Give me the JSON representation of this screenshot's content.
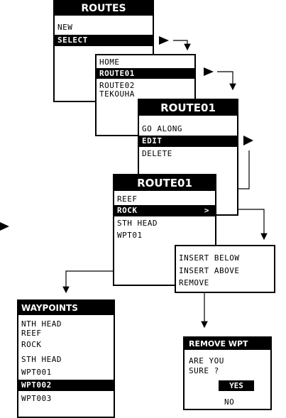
{
  "screens": {
    "routes": {
      "title": "ROUTES",
      "items": [
        "NEW",
        "SELECT"
      ]
    },
    "route_list": {
      "items": [
        "HOME",
        "ROUTE01",
        "ROUTE02",
        "TEKOUHA"
      ]
    },
    "route_menu": {
      "title": "ROUTE01",
      "items": [
        "GO ALONG",
        "EDIT",
        "DELETE"
      ]
    },
    "route_edit": {
      "title": "ROUTE01",
      "items": [
        "REEF",
        "ROCK",
        "STH HEAD",
        "WPT01"
      ],
      "chevron": ">"
    },
    "insert_menu": {
      "items": [
        "INSERT BELOW",
        "INSERT ABOVE",
        "REMOVE"
      ]
    },
    "waypoints": {
      "title": "WAYPOINTS",
      "items": [
        "NTH HEAD",
        "REEF",
        "ROCK",
        "STH HEAD",
        "WPT001",
        "WPT002",
        "WPT003"
      ]
    },
    "remove_wpt": {
      "title": "REMOVE  WPT",
      "question_line1": "ARE YOU",
      "question_line2": "SURE ?",
      "yes": "YES",
      "no": "NO"
    }
  },
  "colors": {
    "ink": "#000000",
    "paper": "#ffffff"
  }
}
